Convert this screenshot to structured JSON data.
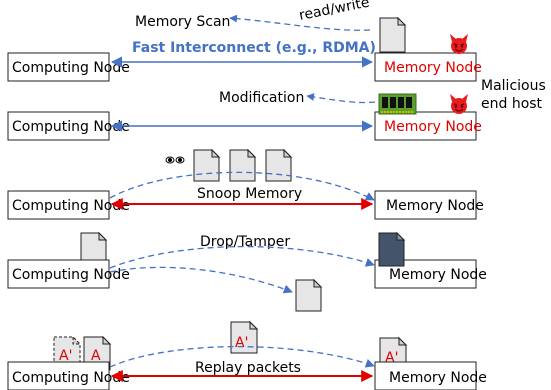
{
  "nodes": {
    "computing": "Computing Node",
    "memory": "Memory Node"
  },
  "row1": {
    "memory_scan": "Memory Scan",
    "read_write": "read/write",
    "interconnect": "Fast Interconnect (e.g., RDMA)"
  },
  "row2": {
    "modification": "Modification",
    "malicious_line1": "Malicious",
    "malicious_line2": "end host"
  },
  "row3": {
    "caption": "Snoop Memory"
  },
  "row4": {
    "caption": "Drop/Tamper"
  },
  "row5": {
    "caption": "Replay packets",
    "packet_a_prime": "A'",
    "packet_a": "A"
  },
  "colors": {
    "blue": "#4472c4",
    "red": "#e00000",
    "dark_doc": "#44546a"
  }
}
